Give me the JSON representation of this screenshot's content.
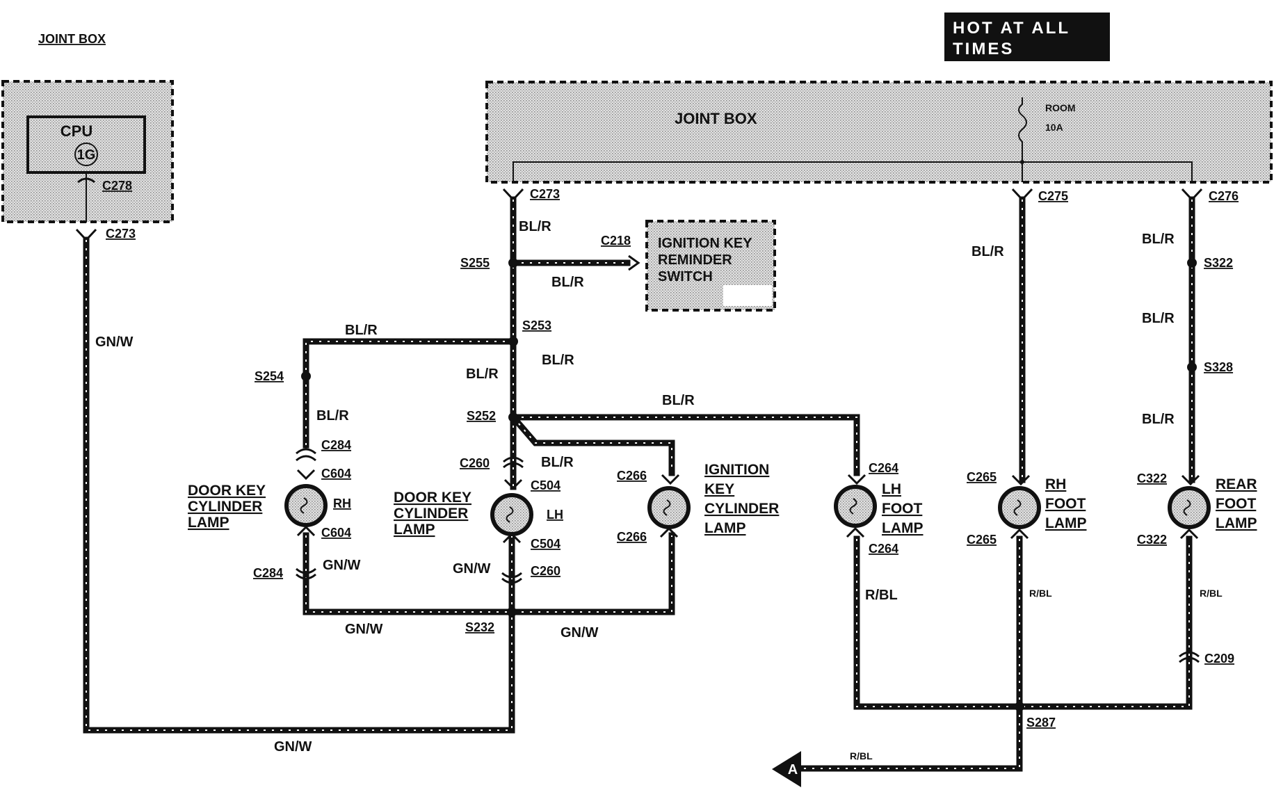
{
  "header": {
    "hot_label_line1": "HOT AT ALL",
    "hot_label_line2": "TIMES",
    "hot_bg": "#111111"
  },
  "left_joint_box": {
    "title": "JOINT BOX",
    "module": "CPU",
    "pin": "1G",
    "connector_top": "C278",
    "connector_bottom": "C273"
  },
  "right_joint_box": {
    "title": "JOINT BOX",
    "fuse_name": "ROOM",
    "fuse_rating": "10A",
    "connectors": [
      "C273",
      "C275",
      "C276"
    ]
  },
  "switch": {
    "line1": "IGNITION KEY",
    "line2": "REMINDER",
    "line3": "SWITCH",
    "connector": "C218"
  },
  "splices": {
    "s255": "S255",
    "s253": "S253",
    "s254": "S254",
    "s252": "S252",
    "s232": "S232",
    "s287": "S287",
    "s322": "S322",
    "s328": "S328"
  },
  "wire_labels": {
    "gnw": "GN/W",
    "blr": "BL/R",
    "rbl": "R/BL"
  },
  "lamps": {
    "door_rh": {
      "line1": "DOOR KEY",
      "line2": "CYLINDER",
      "line3": "LAMP",
      "side": "RH",
      "c_top": "C284",
      "c_in_top": "C604",
      "c_in_bot": "C604",
      "c_bot": "C284"
    },
    "door_lh": {
      "line1": "DOOR KEY",
      "line2": "CYLINDER",
      "line3": "LAMP",
      "side": "LH",
      "c_top": "C260",
      "c_in_top": "C504",
      "c_in_bot": "C504",
      "c_bot": "C260"
    },
    "ignition": {
      "line1": "IGNITION",
      "line2": "KEY",
      "line3": "CYLINDER",
      "line4": "LAMP",
      "c_top": "C266",
      "c_bot": "C266"
    },
    "lh_foot": {
      "line1": "LH",
      "line2": "FOOT",
      "line3": "LAMP",
      "c_top": "C264",
      "c_bot": "C264"
    },
    "rh_foot": {
      "line1": "RH",
      "line2": "FOOT",
      "line3": "LAMP",
      "c_top": "C265",
      "c_bot": "C265"
    },
    "rear_foot": {
      "line1": "REAR",
      "line2": "FOOT",
      "line3": "LAMP",
      "c_top": "C322",
      "c_bot": "C322"
    }
  },
  "rear_connector": "C209",
  "offpage": {
    "letter": "A"
  }
}
